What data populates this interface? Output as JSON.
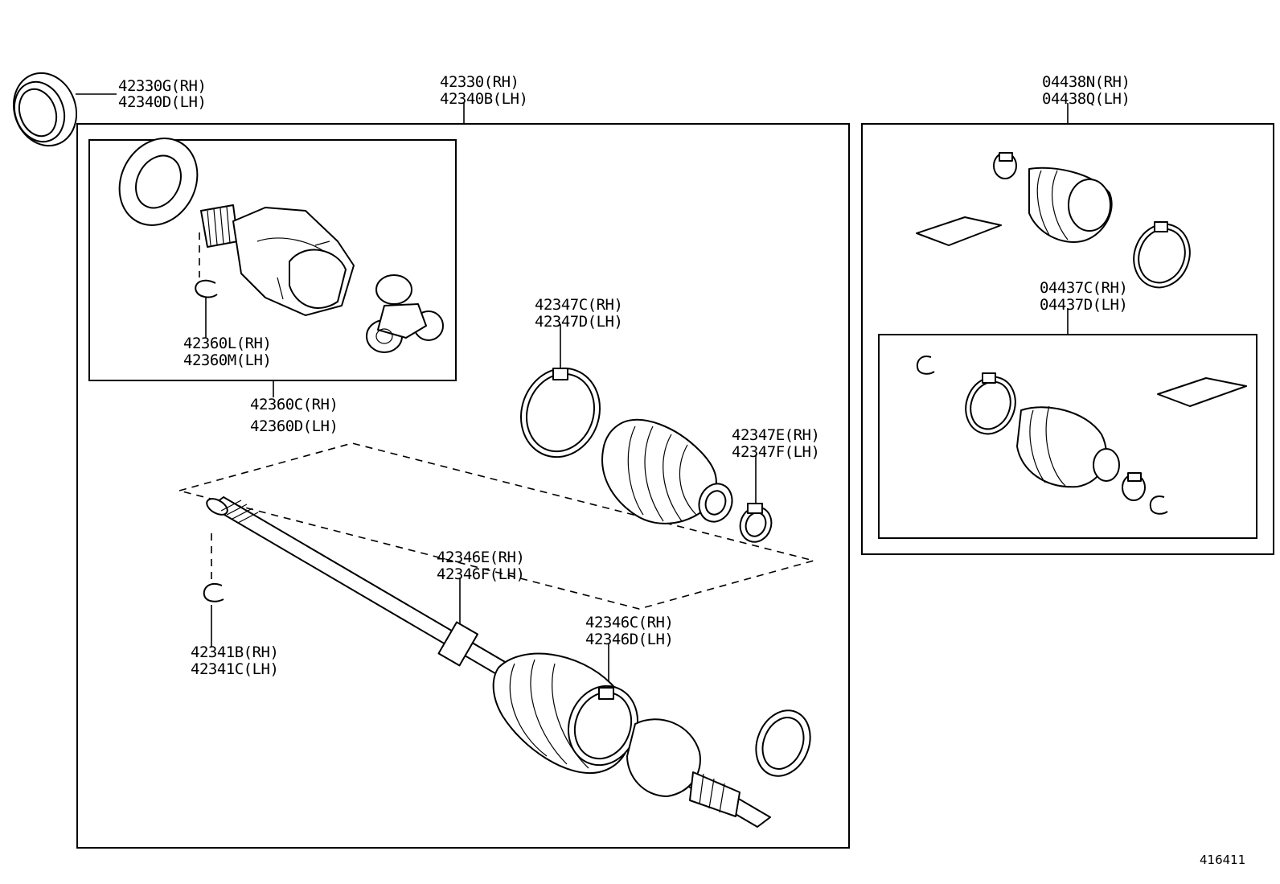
{
  "diagram": {
    "reference_number": "416411",
    "labels": {
      "seal_outer": {
        "rh": "42330G(RH)",
        "lh": "42340D(LH)"
      },
      "shaft_assembly": {
        "rh": "42330(RH)",
        "lh": "42340B(LH)"
      },
      "boot_kit_outer": {
        "rh": "04438N(RH)",
        "lh": "04438Q(LH)"
      },
      "snap_ring_inner": {
        "rh": "42360L(RH)",
        "lh": "42360M(LH)"
      },
      "inboard_joint": {
        "rh": "42360C(RH)",
        "lh": "42360D(LH)"
      },
      "boot_clamp_large": {
        "rh": "42347C(RH)",
        "lh": "42347D(LH)"
      },
      "boot_clamp_small": {
        "rh": "42347E(RH)",
        "lh": "42347F(LH)"
      },
      "boot_kit_inner": {
        "rh": "04437C(RH)",
        "lh": "04437D(LH)"
      },
      "clamp_shaft": {
        "rh": "42346E(RH)",
        "lh": "42346F(LH)"
      },
      "clamp_outboard": {
        "rh": "42346C(RH)",
        "lh": "42346D(LH)"
      },
      "snap_ring_shaft": {
        "rh": "42341B(RH)",
        "lh": "42341C(LH)"
      }
    }
  }
}
